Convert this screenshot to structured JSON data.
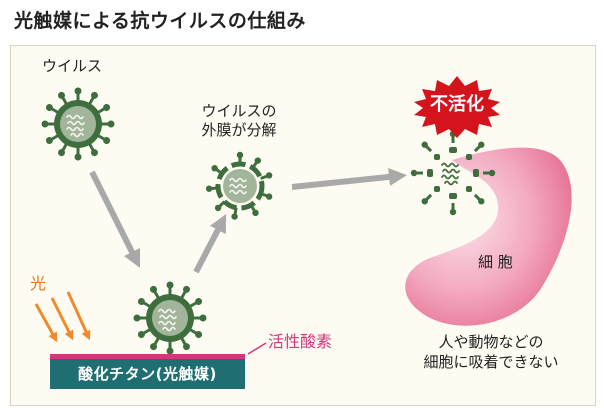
{
  "title": "光触媒による抗ウイルスの仕組み",
  "labels": {
    "virus": "ウイルス",
    "membrane_decomposed": "ウイルスの\n外膜が分解",
    "inactivated": "不活化",
    "cell": "細 胞",
    "light": "光",
    "active_oxygen": "活性酸素",
    "titanium": "酸化チタン(光触媒)",
    "cell_note": "人や動物などの\n細胞に吸着できない"
  },
  "colors": {
    "virus_green": "#3e6e3e",
    "virus_core": "#a2b59a",
    "arrow_gray": "#a9a9a9",
    "burst_red": "#d4131c",
    "cell_pink": "#ef8aa8",
    "bar_teal": "#1f6f72",
    "bar_top_pink": "#d4367a",
    "light_orange": "#f08a2c"
  }
}
